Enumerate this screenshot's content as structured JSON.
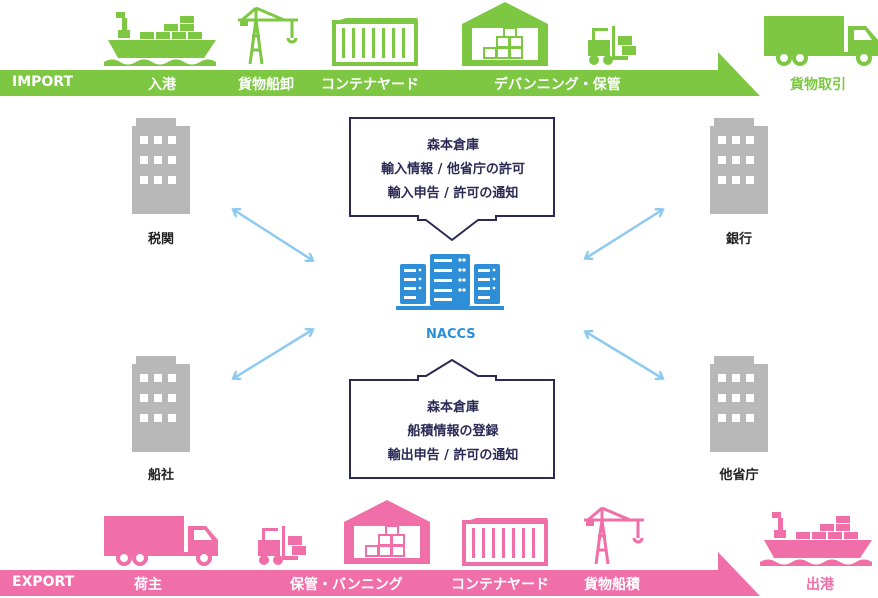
{
  "import": {
    "label": "IMPORT",
    "steps": [
      "入港",
      "貨物船卸",
      "コンテナヤード",
      "デバンニング・保管"
    ],
    "destination": "貨物取引"
  },
  "export": {
    "label": "EXPORT",
    "steps": [
      "荷主",
      "保管・バンニング",
      "コンテナヤード",
      "貨物船積"
    ],
    "destination": "出港"
  },
  "nodes": {
    "customs": "税関",
    "bank": "銀行",
    "shipping_company": "船社",
    "other_ministries": "他省庁"
  },
  "hub": {
    "label": "NACCS"
  },
  "callout_top": {
    "lines": [
      "森本倉庫",
      "輸入情報 / 他省庁の許可",
      "輸入申告 / 許可の通知"
    ]
  },
  "callout_bottom": {
    "lines": [
      "森本倉庫",
      "船積情報の登録",
      "輸出申告 / 許可の通知"
    ]
  },
  "colors": {
    "import_green": "#7dc742",
    "export_pink": "#f06fa8",
    "building_gray": "#b8b8b8",
    "arrow_blue": "#8ec9f0",
    "server_blue": "#2e8fd8",
    "callout_border": "#2a2a55"
  },
  "icons": {
    "import": [
      "ship-icon",
      "crane-icon",
      "container-icon",
      "warehouse-icon",
      "forklift-icon",
      "truck-icon"
    ],
    "export": [
      "truck-icon",
      "forklift-icon",
      "warehouse-icon",
      "container-icon",
      "crane-icon",
      "ship-icon"
    ]
  }
}
